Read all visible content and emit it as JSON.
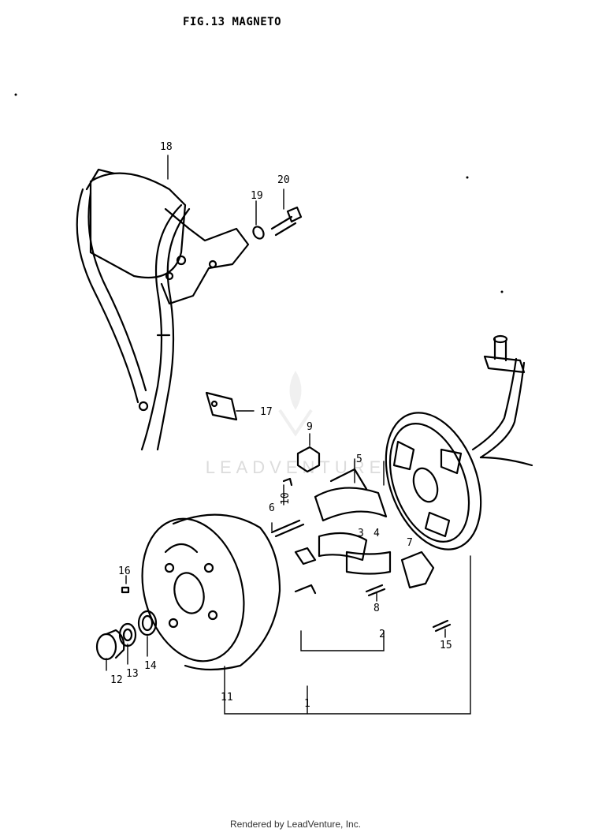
{
  "title": "FIG.13  MAGNETO",
  "watermark": "LEADVENTURE",
  "footer": "Rendered by LeadVenture, Inc.",
  "callouts": [
    "1",
    "2",
    "3",
    "4",
    "5",
    "6",
    "7",
    "8",
    "9",
    "10",
    "11",
    "12",
    "13",
    "14",
    "15",
    "16",
    "17",
    "18",
    "19",
    "20"
  ]
}
